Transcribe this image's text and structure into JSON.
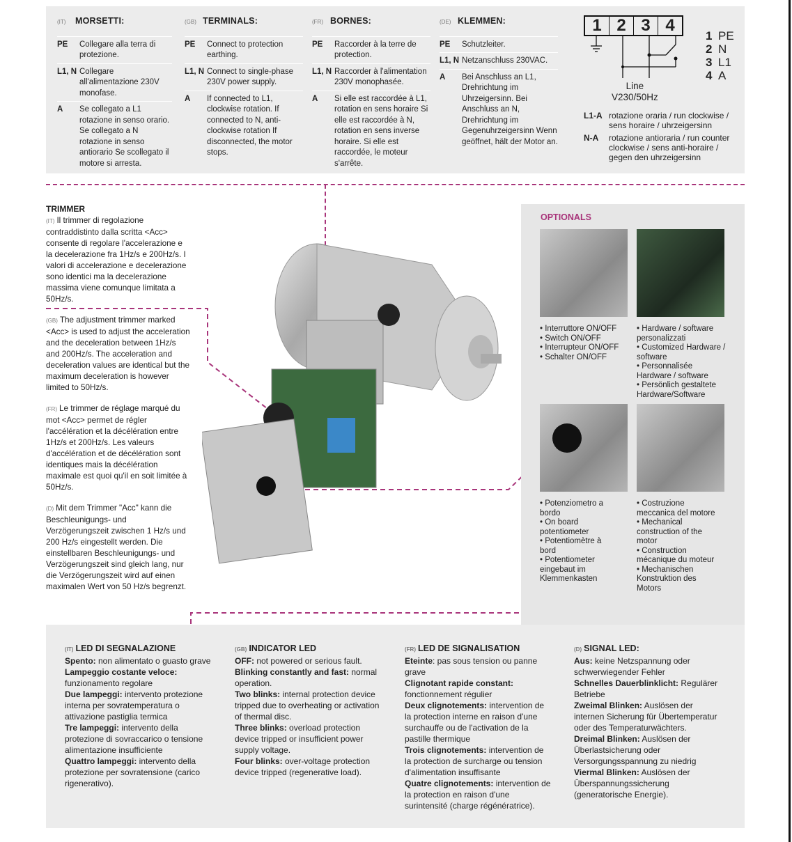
{
  "terminals": [
    {
      "lang": "(IT)",
      "title": "MORSETTI:",
      "rows": [
        {
          "k": "PE",
          "v": "Collegare alla terra di protezione."
        },
        {
          "k": "L1, N",
          "v": "Collegare all'alimentazione 230V monofase."
        },
        {
          "k": "A",
          "v": "Se collegato a L1 rotazione in senso orario. Se collegato a N rotazione in senso antiorario Se scollegato il motore si arresta."
        }
      ]
    },
    {
      "lang": "(GB)",
      "title": "TERMINALS:",
      "rows": [
        {
          "k": "PE",
          "v": "Connect to protection earthing."
        },
        {
          "k": "L1, N",
          "v": "Connect to single-phase 230V power supply."
        },
        {
          "k": "A",
          "v": "If connected to L1, clockwise rotation. If connected to N, anti-clockwise rotation If disconnected, the motor stops."
        }
      ]
    },
    {
      "lang": "(FR)",
      "title": "BORNES:",
      "rows": [
        {
          "k": "PE",
          "v": "Raccorder à la terre de protection."
        },
        {
          "k": "L1, N",
          "v": "Raccorder à l'alimentation 230V monophasée."
        },
        {
          "k": "A",
          "v": "Si elle est raccordée à L1, rotation en sens horaire Si elle est raccordée à N, rotation en sens inverse horaire. Si elle est raccordée, le moteur s'arrête."
        }
      ]
    },
    {
      "lang": "(DE)",
      "title": "KLEMMEN:",
      "rows": [
        {
          "k": "PE",
          "v": "Schutzleiter."
        },
        {
          "k": "L1, N",
          "v": "Netzanschluss 230VAC."
        },
        {
          "k": "A",
          "v": "Bei Anschluss an L1, Drehrichtung im Uhrzeigersinn. Bei Anschluss an N, Drehrichtung im Gegenuhrzeigersinn Wenn geöffnet, hält der Motor an."
        }
      ]
    }
  ],
  "diagram": {
    "numbers": [
      "1",
      "2",
      "3",
      "4"
    ],
    "map": [
      {
        "n": "1",
        "t": "PE"
      },
      {
        "n": "2",
        "t": "N"
      },
      {
        "n": "3",
        "t": "L1"
      },
      {
        "n": "4",
        "t": "A"
      }
    ],
    "line1": "Line",
    "line2": "V230/50Hz",
    "rot": [
      {
        "k": "L1-A",
        "v": "rotazione oraria / run clockwise / sens horaire / uhrzeigersinn"
      },
      {
        "k": "N-A",
        "v": "rotazione antioraria / run counter clockwise / sens anti-horaire / gegen den uhrzeigersinn"
      }
    ]
  },
  "trimmer": {
    "title": "TRIMMER",
    "paras": [
      {
        "lang": "(IT)",
        "text": "Il trimmer di regolazione contraddistinto dalla scritta <Acc> consente di regolare l'accelerazione e la decelerazione fra 1Hz/s e 200Hz/s. I valori di accelerazione e decelerazione sono identici ma la decelerazione massima viene comunque limitata a 50Hz/s."
      },
      {
        "lang": "(GB)",
        "text": "The adjustment trimmer marked <Acc> is used to adjust the acceleration and the deceleration between 1Hz/s and 200Hz/s. The acceleration and deceleration values are identical but the maximum deceleration is however limited to 50Hz/s."
      },
      {
        "lang": "(FR)",
        "text": "Le trimmer de réglage marqué du mot <Acc> permet de régler l'accélération et la décélération entre 1Hz/s et 200Hz/s. Les valeurs d'accélération et de décélération sont identiques mais la décélération maximale est quoi qu'il en soit limitée à 50Hz/s."
      },
      {
        "lang": "(D)",
        "text": "Mit dem Trimmer \"Acc\" kann die Beschleunigungs- und Verzögerungszeit zwischen 1 Hz/s und 200 Hz/s eingestellt werden. Die einstellbaren Beschleunigungs- und Verzögerungszeit sind gleich lang, nur die Verzögerungszeit wird auf einen maximalen Wert von 50 Hz/s begrenzt."
      }
    ]
  },
  "optionals": {
    "title": "OPTIONALS",
    "items": [
      {
        "lines": [
          "• Interruttore ON/OFF",
          "• Switch ON/OFF",
          "• Interrupteur ON/OFF",
          "• Schalter ON/OFF"
        ]
      },
      {
        "lines": [
          "• Hardware / software personalizzati",
          "• Customized Hardware / software",
          "• Personnalisée Hardware / software",
          "• Persönlich gestaltete Hardware/Software"
        ]
      },
      {
        "lines": [
          "• Potenziometro a bordo",
          "• On board potentiometer",
          "• Potentiomètre à bord",
          "• Potentiometer eingebaut im Klemmenkasten"
        ]
      },
      {
        "lines": [
          "• Costruzione meccanica del motore",
          "• Mechanical construction of the motor",
          "• Construction mécanique du moteur",
          "• Mechanischen Konstruktion des Motors"
        ]
      }
    ]
  },
  "leds": [
    {
      "lang": "(IT)",
      "title": "LED DI SEGNALAZIONE",
      "items": [
        {
          "b": "Spento:",
          "t": " non alimentato o guasto grave"
        },
        {
          "b": "Lampeggio costante veloce:",
          "t": " funzionamento regolare"
        },
        {
          "b": "Due lampeggi:",
          "t": " intervento protezione interna per sovratemperatura o attivazione pastiglia termica"
        },
        {
          "b": "Tre lampeggi:",
          "t": " intervento della protezione di sovraccarico o tensione alimentazione insufficiente"
        },
        {
          "b": "Quattro lampeggi:",
          "t": " intervento della protezione per sovratensione (carico rigenerativo)."
        }
      ]
    },
    {
      "lang": "(GB)",
      "title": "INDICATOR LED",
      "items": [
        {
          "b": "OFF:",
          "t": " not powered or serious fault."
        },
        {
          "b": "Blinking constantly and fast:",
          "t": " normal operation."
        },
        {
          "b": "Two blinks:",
          "t": " internal protection device tripped due to overheating or activation of thermal disc."
        },
        {
          "b": "Three blinks:",
          "t": " overload protection device tripped or insufficient power supply voltage."
        },
        {
          "b": "Four blinks:",
          "t": " over-voltage protection device tripped (regenerative load)."
        }
      ]
    },
    {
      "lang": "(FR)",
      "title": "LED DE SIGNALISATION",
      "items": [
        {
          "b": "Eteinte",
          "t": ": pas sous tension ou panne grave"
        },
        {
          "b": "Clignotant rapide constant:",
          "t": " fonctionnement régulier"
        },
        {
          "b": "Deux clignotements:",
          "t": " intervention de la protection interne en raison d'une surchauffe ou de l'activation de la pastille thermique"
        },
        {
          "b": "Trois clignotements:",
          "t": " intervention de la protection de surcharge ou tension d'alimentation insuffisante"
        },
        {
          "b": "Quatre clignotements:",
          "t": " intervention de la protection en raison d'une surintensité (charge régénératrice)."
        }
      ]
    },
    {
      "lang": "(D)",
      "title": "SIGNAL LED:",
      "items": [
        {
          "b": "Aus:",
          "t": " keine Netzspannung oder schwerwiegender Fehler"
        },
        {
          "b": "Schnelles Dauerblinklicht:",
          "t": " Regulärer Betriebe"
        },
        {
          "b": "Zweimal Blinken:",
          "t": " Auslösen der internen Sicherung für Übertemperatur oder des Temperaturwächters."
        },
        {
          "b": "Dreimal Blinken:",
          "t": " Auslösen der Überlastsicherung oder Versorgungsspannung zu niedrig"
        },
        {
          "b": "Viermal Blinken:",
          "t": " Auslösen der Überspannungssicherung (generatorische Energie)."
        }
      ]
    }
  ]
}
